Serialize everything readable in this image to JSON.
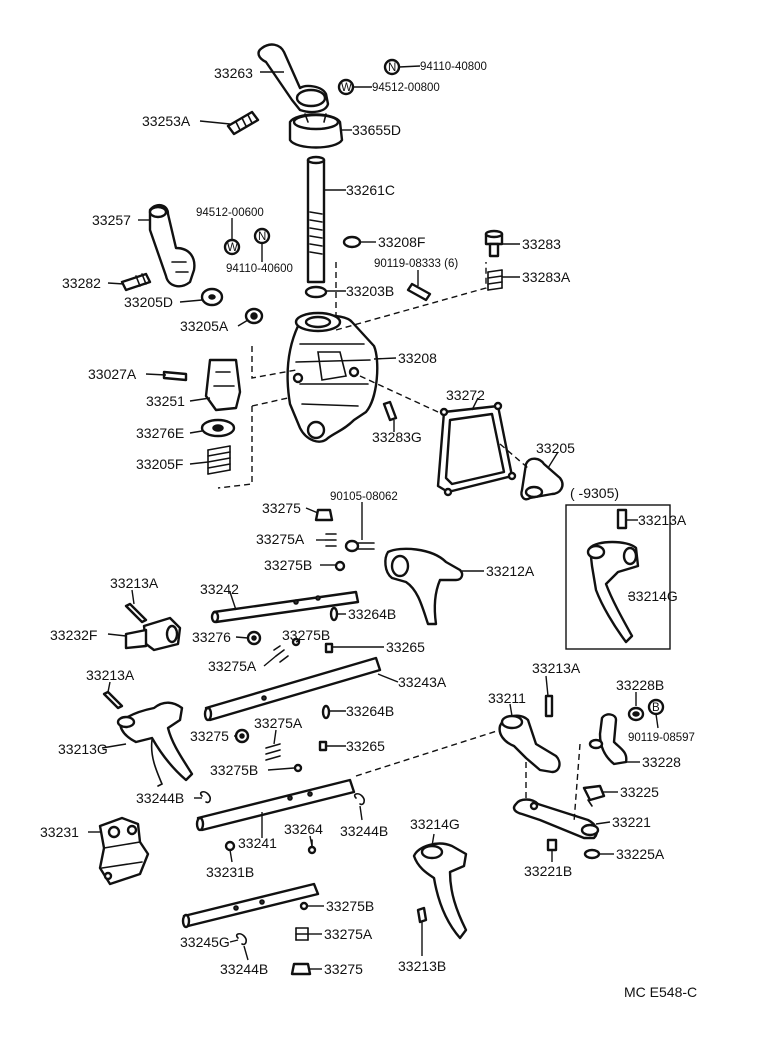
{
  "labels": {
    "p33263": "33263",
    "p94110_top": "94110-40800",
    "p94512_top": "94512-00800",
    "p33253A": "33253A",
    "p33655D": "33655D",
    "p33261C": "33261C",
    "p33257": "33257",
    "p94512_mid": "94512-00600",
    "p94110_mid": "94110-40600",
    "p33282": "33282",
    "p33205D": "33205D",
    "p33205A": "33205A",
    "p33208F": "33208F",
    "p33283": "33283",
    "p90119_08333": "90119-08333 (6)",
    "p33283A": "33283A",
    "p33203B": "33203B",
    "p33208": "33208",
    "p33027A": "33027A",
    "p33251": "33251",
    "p33276E": "33276E",
    "p33205F": "33205F",
    "p33283G": "33283G",
    "p33272": "33272",
    "p33205": "33205",
    "p9305": "(      -9305)",
    "p33213A_box": "33213A",
    "p33214G_box": "33214G",
    "p33275_a": "33275",
    "p90105": "90105-08062",
    "p33275A_a": "33275A",
    "p33275B_a": "33275B",
    "p33212A": "33212A",
    "p33213A_a": "33213A",
    "p33242": "33242",
    "p33264B_a": "33264B",
    "p33232F": "33232F",
    "p33276": "33276",
    "p33275B_b": "33275B",
    "p33265_a": "33265",
    "p33275A_b": "33275A",
    "p33213A_b": "33213A",
    "p33243A": "33243A",
    "p33213A_c": "33213A",
    "p33211": "33211",
    "p33228B": "33228B",
    "p33264B_b": "33264B",
    "p90119_08597": "90119-08597",
    "p33213G": "33213G",
    "p33275_b": "33275",
    "p33275A_c": "33275A",
    "p33265_b": "33265",
    "p33275B_c": "33275B",
    "p33228": "33228",
    "p33225": "33225",
    "p33244B_a": "33244B",
    "p33231": "33231",
    "p33264": "33264",
    "p33244B_b": "33244B",
    "p33214G_b": "33214G",
    "p33221": "33221",
    "p33241": "33241",
    "p33231B": "33231B",
    "p33225A": "33225A",
    "p33221B": "33221B",
    "p33275B_d": "33275B",
    "p33245G": "33245G",
    "p33275A_d": "33275A",
    "p33244B_c": "33244B",
    "p33275_c": "33275",
    "p33213B": "33213B"
  },
  "markers": {
    "nut": "N",
    "washer": "W",
    "bolt": "B"
  },
  "footer": {
    "code": "MC E548-C"
  }
}
